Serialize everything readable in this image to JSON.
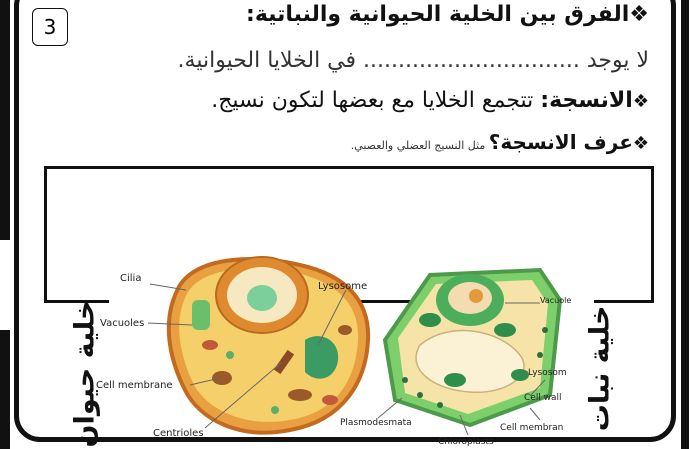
{
  "box_number": "3",
  "heading": "❖الفرق بين الخلية الحيوانية والنباتية:",
  "line2": "لا يوجد ............................... في الخلايا الحيوانية.",
  "line3": {
    "bullet": "❖",
    "term": "الانسجة:",
    "text": " تتجمع الخلايا مع بعضها لتكون نسيج."
  },
  "line4": {
    "bullet": "❖",
    "term": "عرف الانسجة؟",
    "note": " مثل النسيج العضلي والعصبي."
  },
  "labels": {
    "animal_side": "خلية حيوان",
    "plant_side": "خلية نبات"
  },
  "animal_labels": [
    "Cilia",
    "Vacuoles",
    "Cell membrane",
    "Centrioles",
    "Lysosome"
  ],
  "plant_labels": [
    "Vacuole",
    "Lysosom",
    "Cell wall",
    "Cell membran",
    "Chloroplasts",
    "Plasmodesmata"
  ]
}
